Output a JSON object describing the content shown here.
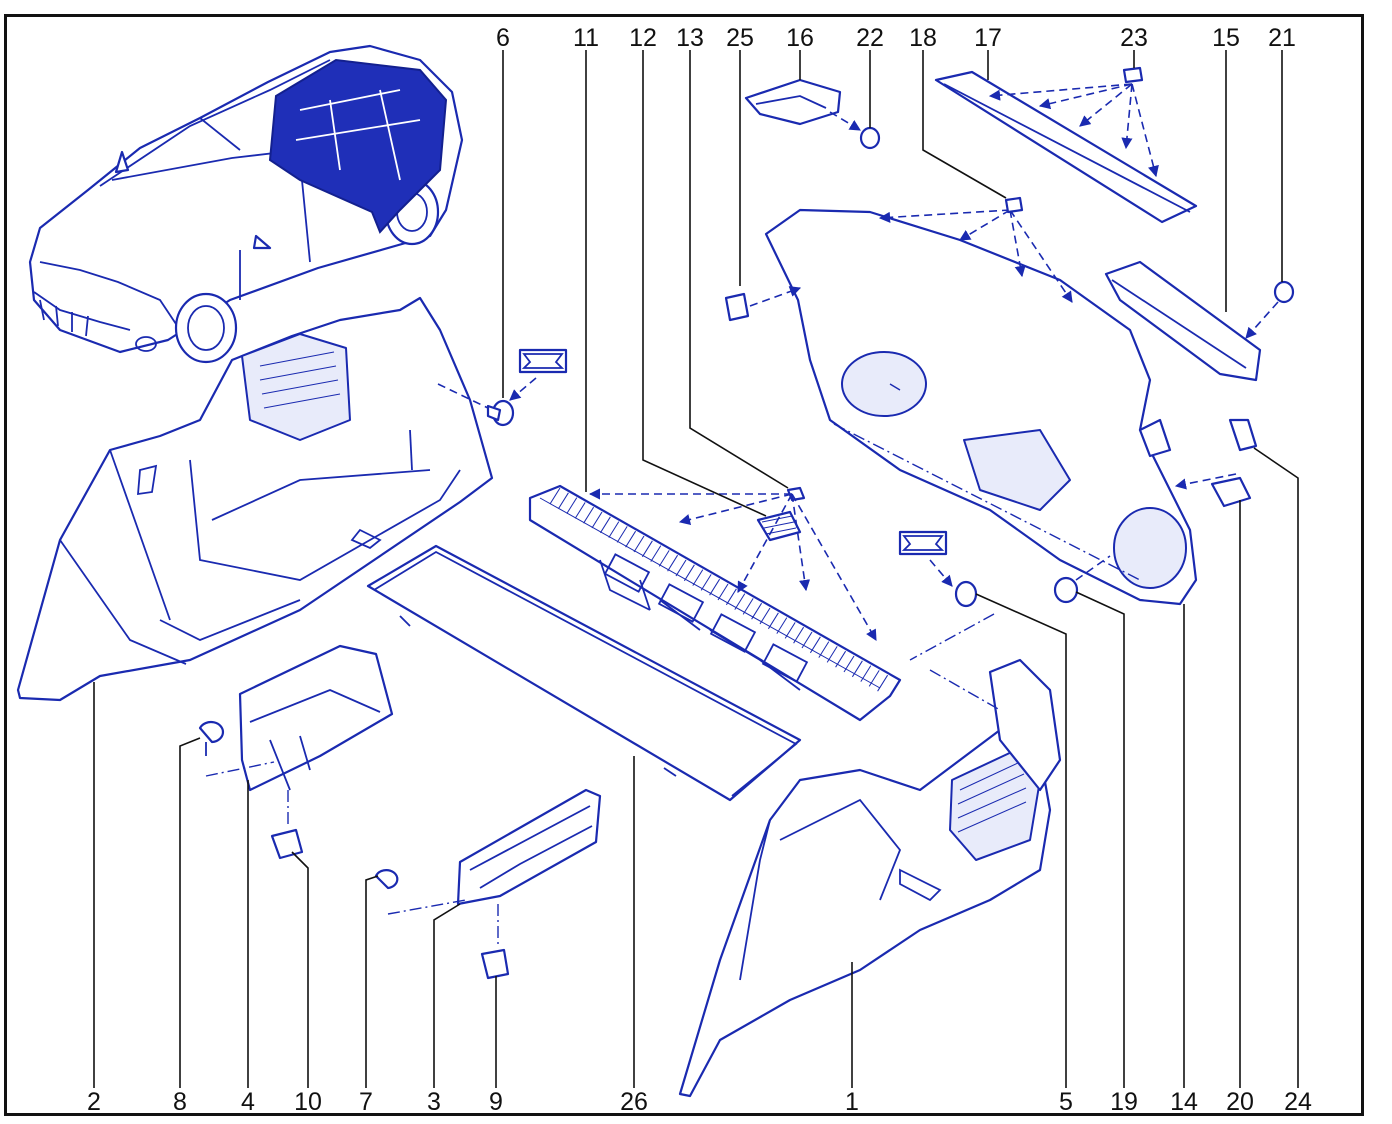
{
  "callouts": {
    "top": [
      "6",
      "11",
      "12",
      "13",
      "25",
      "16",
      "22",
      "18",
      "17",
      "23",
      "15",
      "21"
    ],
    "bottom": [
      "2",
      "8",
      "4",
      "10",
      "7",
      "3",
      "9",
      "26",
      "1",
      "5",
      "19",
      "14",
      "20",
      "24"
    ]
  },
  "colors": {
    "line": "#1a2ab0",
    "fill": "#e8ebfa",
    "highlight": "#1f2fb8",
    "label": "#111111"
  }
}
